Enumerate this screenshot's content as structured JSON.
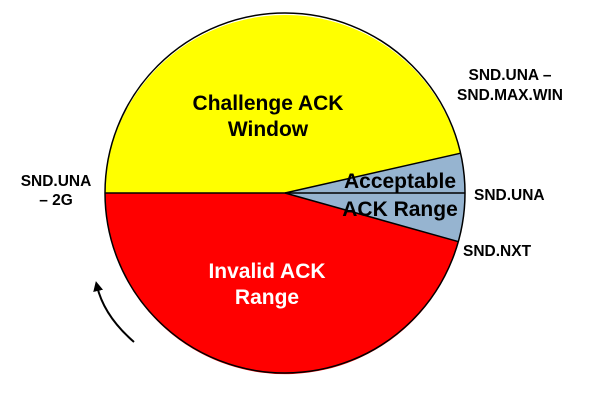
{
  "colors": {
    "challenge": "#ffff00",
    "invalid": "#ff0000",
    "acceptable": "#96b4d0",
    "outline": "#000000",
    "arrow": "#000000"
  },
  "regions": {
    "challenge": {
      "line1": "Challenge ACK",
      "line2": "Window",
      "text_color": "#000000"
    },
    "acceptable": {
      "line1": "Acceptable",
      "line2": "ACK Range",
      "text_color": "#000000"
    },
    "invalid": {
      "line1": "Invalid ACK",
      "line2": "Range",
      "text_color": "#ffffff"
    }
  },
  "edge_labels": {
    "una_minus_max_win_1": "SND.UNA –",
    "una_minus_max_win_2": "SND.MAX.WIN",
    "una": "SND.UNA",
    "nxt": "SND.NXT",
    "una_minus_2g_1": "SND.UNA",
    "una_minus_2g_2": "– 2G"
  },
  "arrow": {
    "direction": "counterclockwise",
    "icon": "curved-arrow-icon"
  }
}
